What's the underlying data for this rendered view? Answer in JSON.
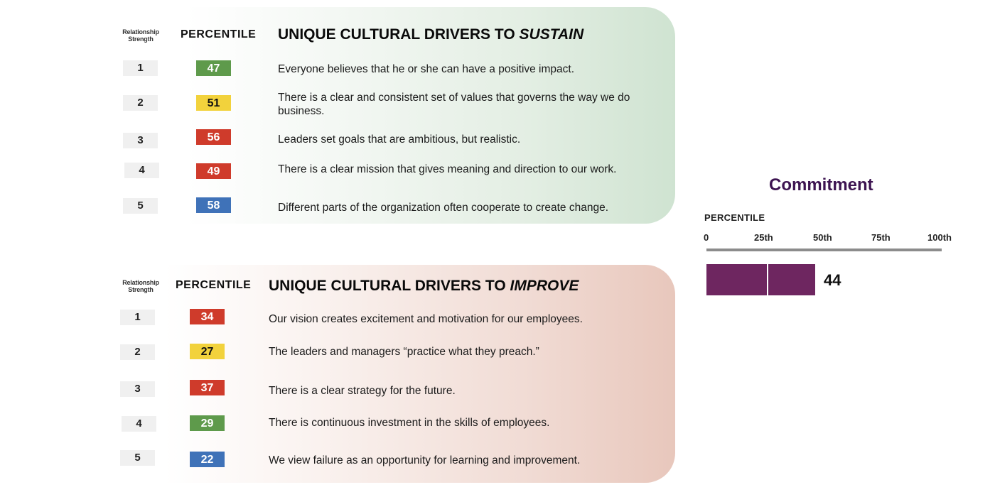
{
  "sustain": {
    "rs_header_line1": "Relationship",
    "rs_header_line2": "Strength",
    "percentile_header": "PERCENTILE",
    "title_prefix": "UNIQUE CULTURAL DRIVERS TO ",
    "title_emphasis": "SUSTAIN",
    "panel_color": "#cfe3d1",
    "rows": [
      {
        "rank": "1",
        "percentile": "47",
        "color": "#5e9a4b",
        "text_color": "#ffffff",
        "statement": "Everyone believes that he or she can have a positive impact."
      },
      {
        "rank": "2",
        "percentile": "51",
        "color": "#f2d23c",
        "text_color": "#111111",
        "statement": "There is a clear and consistent set of values that governs the way we do business."
      },
      {
        "rank": "3",
        "percentile": "56",
        "color": "#cf3b2b",
        "text_color": "#ffffff",
        "statement": "Leaders set goals that are ambitious, but realistic."
      },
      {
        "rank": "4",
        "percentile": "49",
        "color": "#cf3b2b",
        "text_color": "#ffffff",
        "statement": "There is a clear mission that gives meaning and direction to our work."
      },
      {
        "rank": "5",
        "percentile": "58",
        "color": "#3f72b8",
        "text_color": "#ffffff",
        "statement": "Different parts of the organization often cooperate to create change."
      }
    ]
  },
  "improve": {
    "rs_header_line1": "Relationship",
    "rs_header_line2": "Strength",
    "percentile_header": "PERCENTILE",
    "title_prefix": "UNIQUE CULTURAL DRIVERS TO ",
    "title_emphasis": "IMPROVE",
    "panel_color": "#e8c7bc",
    "rows": [
      {
        "rank": "1",
        "percentile": "34",
        "color": "#cf3b2b",
        "text_color": "#ffffff",
        "statement": "Our vision creates excitement and motivation for our employees."
      },
      {
        "rank": "2",
        "percentile": "27",
        "color": "#f2d23c",
        "text_color": "#111111",
        "statement": "The leaders and managers “practice what they preach.”"
      },
      {
        "rank": "3",
        "percentile": "37",
        "color": "#cf3b2b",
        "text_color": "#ffffff",
        "statement": "There is a clear strategy for the future."
      },
      {
        "rank": "4",
        "percentile": "29",
        "color": "#5e9a4b",
        "text_color": "#ffffff",
        "statement": "There is continuous investment in the skills of employees."
      },
      {
        "rank": "5",
        "percentile": "22",
        "color": "#3f72b8",
        "text_color": "#ffffff",
        "statement": "We view failure as an opportunity for learning and improvement."
      }
    ]
  },
  "commitment": {
    "title": "Commitment",
    "axis_label": "PERCENTILE",
    "ticks": [
      "0",
      "25th",
      "50th",
      "75th",
      "100th"
    ],
    "value": "44",
    "bar_color": "#6e2660",
    "title_color": "#3d1451"
  }
}
